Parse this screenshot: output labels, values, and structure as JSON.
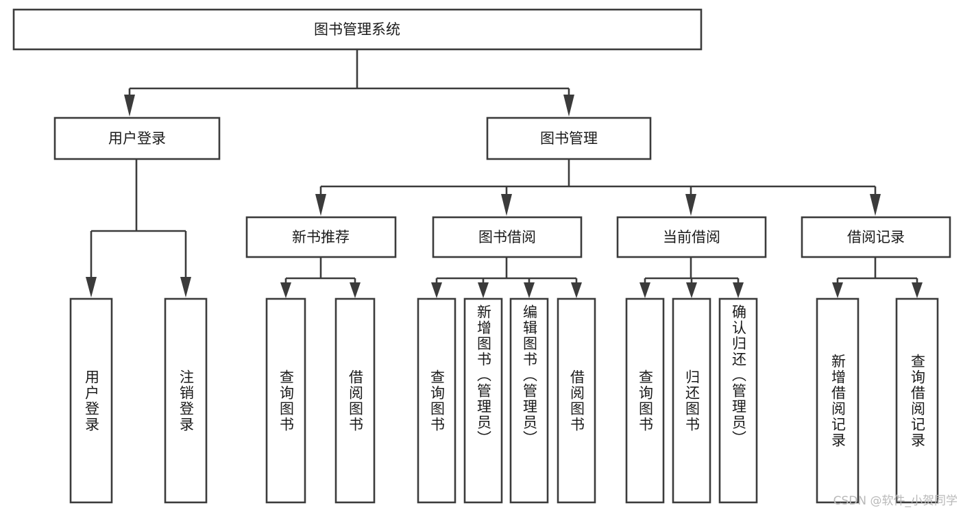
{
  "diagram": {
    "title": "图书管理系统",
    "type": "hierarchy-tree",
    "root": {
      "label": "图书管理系统"
    },
    "level2": [
      {
        "label": "用户登录"
      },
      {
        "label": "图书管理"
      }
    ],
    "level3": [
      {
        "label": "新书推荐"
      },
      {
        "label": "图书借阅"
      },
      {
        "label": "当前借阅"
      },
      {
        "label": "借阅记录"
      }
    ],
    "leaves": {
      "user_login": [
        {
          "label": "用户登录"
        },
        {
          "label": "注销登录"
        }
      ],
      "new_book_recommend": [
        {
          "label": "查询图书"
        },
        {
          "label": "借阅图书"
        }
      ],
      "book_borrow": [
        {
          "label": "查询图书"
        },
        {
          "label": "新增图书（管理员）"
        },
        {
          "label": "编辑图书（管理员）"
        },
        {
          "label": "借阅图书"
        }
      ],
      "current_borrow": [
        {
          "label": "查询图书"
        },
        {
          "label": "归还图书"
        },
        {
          "label": "确认归还（管理员）"
        }
      ],
      "borrow_records": [
        {
          "label": "新增借阅记录"
        },
        {
          "label": "查询借阅记录"
        }
      ]
    }
  },
  "watermark": {
    "text": "CSDN @软件_小贺同学"
  },
  "colors": {
    "stroke": "#3b3b3b",
    "box_fill": "#ffffff",
    "text": "#1a1a1a",
    "background": "#ffffff",
    "watermark": "#b9b9b9"
  }
}
